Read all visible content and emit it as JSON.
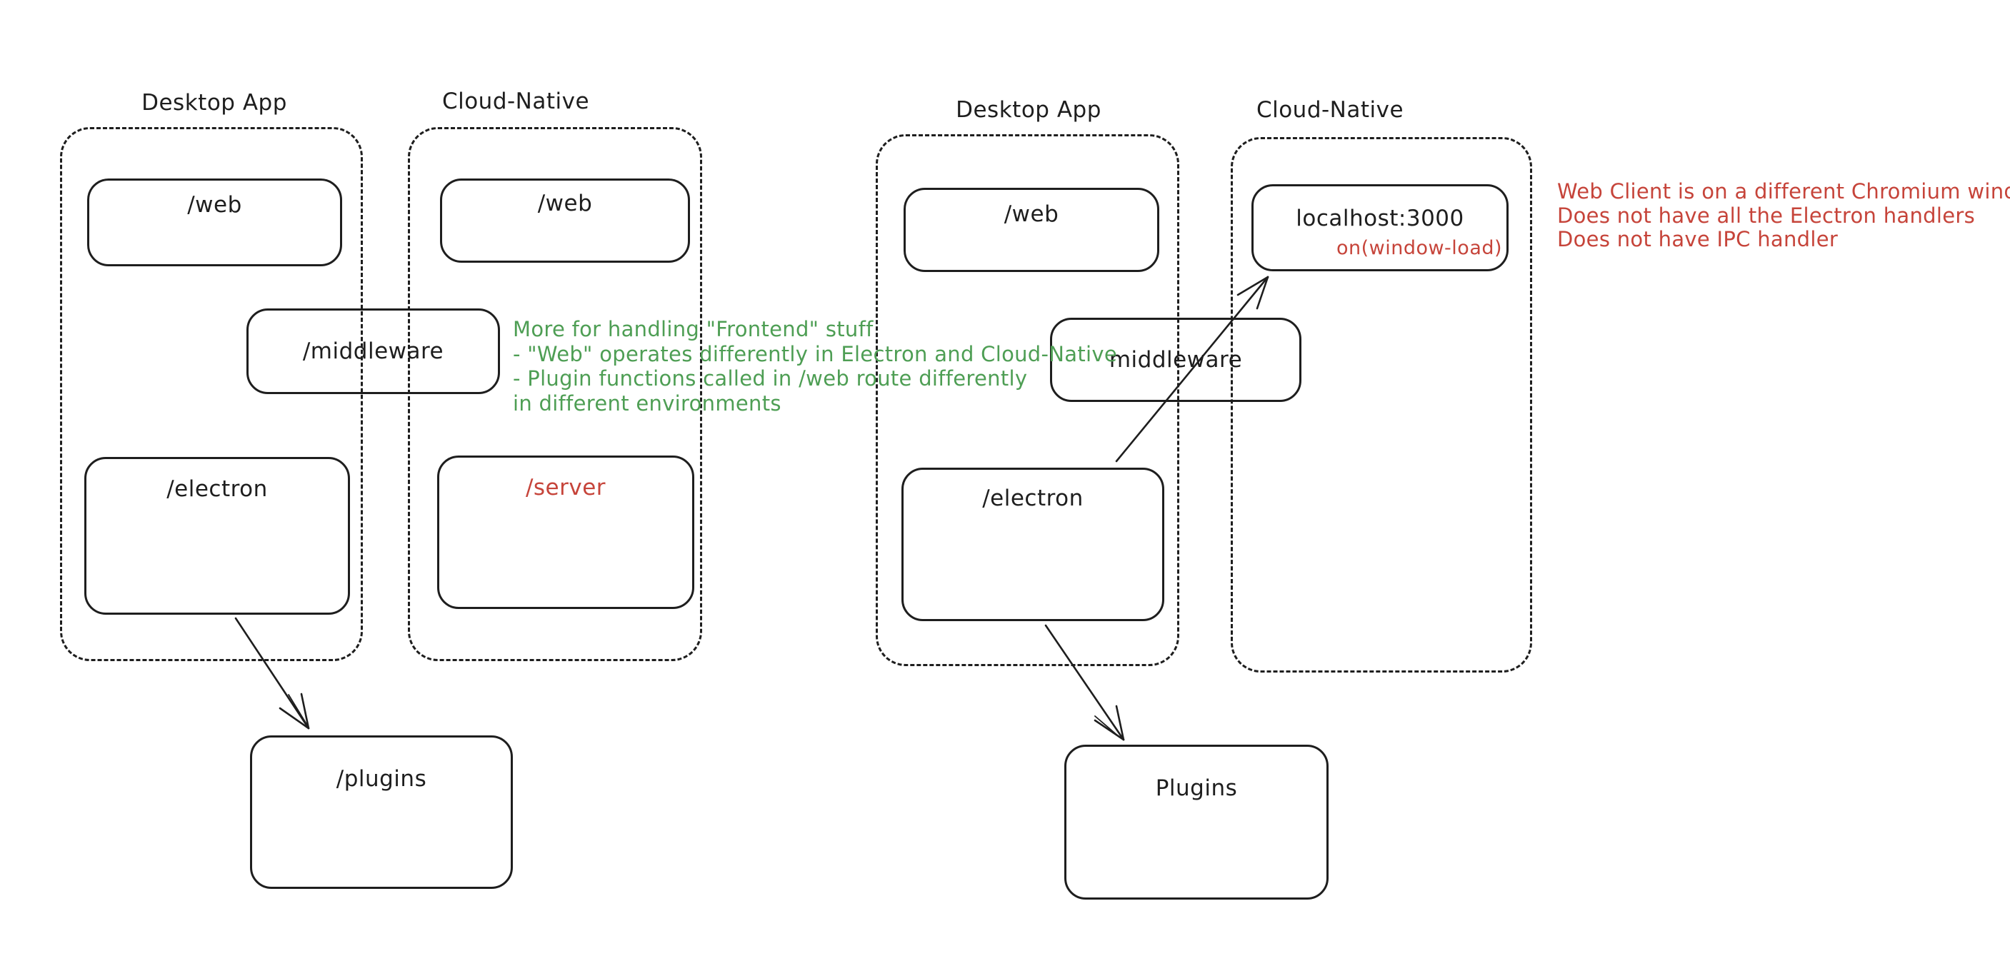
{
  "colors": {
    "stroke": "#1e1e1e",
    "green_note": "#4e9e54",
    "red_accent": "#c6443a",
    "background": "#ffffff"
  },
  "left_diagram": {
    "desktop_group": {
      "title": "Desktop App",
      "web_label": "/web",
      "electron_label": "/electron"
    },
    "cloud_group": {
      "title": "Cloud-Native",
      "web_label": "/web",
      "server_label": "/server"
    },
    "middleware_label": "/middleware",
    "plugins_label": "/plugins"
  },
  "right_diagram": {
    "desktop_group": {
      "title": "Desktop App",
      "web_label": "/web",
      "electron_label": "/electron"
    },
    "cloud_group": {
      "title": "Cloud-Native",
      "localhost_label": "localhost:3000",
      "window_load_label": "on(window-load)"
    },
    "middleware_label": "middleware",
    "plugins_label": "Plugins"
  },
  "annotations": {
    "green_note": {
      "line1": "More for handling \"Frontend\" stuff",
      "line2": "- \"Web\" operates differently in Electron and Cloud-Native",
      "line3": "- Plugin functions called in /web route differently",
      "line4": "in different environments"
    },
    "red_note": {
      "line1": "Web Client is on a different Chromium window",
      "line2": "Does not have all the Electron handlers",
      "line3": "Does not have IPC handler"
    }
  }
}
